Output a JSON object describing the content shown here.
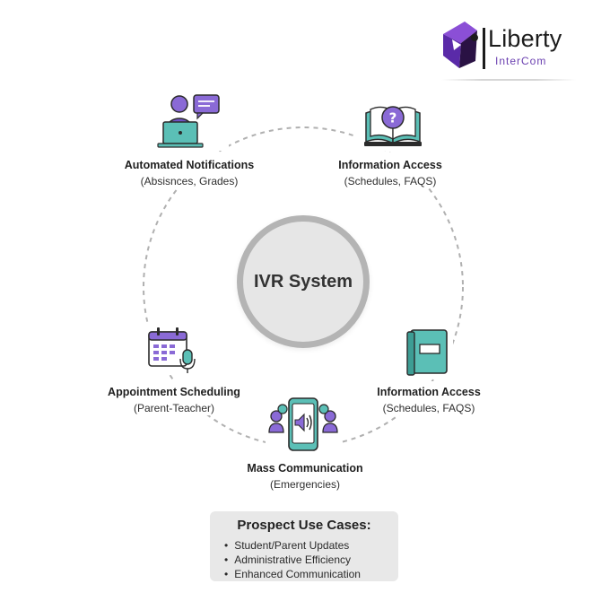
{
  "logo": {
    "word": "Liberty",
    "sub": "InterCom",
    "accent": "#6b3fb3"
  },
  "center": {
    "label": "IVR System"
  },
  "nodes": [
    {
      "title": "Automated Notifications",
      "sub": "(Absisnces, Grades)",
      "icon": "person-laptop-chat-icon"
    },
    {
      "title": "Information Access",
      "sub": "(Schedules, FAQS)",
      "icon": "open-book-question-icon"
    },
    {
      "title": "Information Access",
      "sub": "(Schedules, FAQS)",
      "icon": "closed-book-icon"
    },
    {
      "title": "Mass Communication",
      "sub": "(Emergencies)",
      "icon": "phone-speaker-people-icon"
    },
    {
      "title": "Appointment Scheduling",
      "sub": "(Parent-Teacher)",
      "icon": "calendar-microphone-icon"
    }
  ],
  "prospect": {
    "title": "Prospect Use Cases:",
    "items": [
      "Student/Parent Updates",
      "Administrative Efficiency",
      "Enhanced Communication"
    ]
  },
  "colors": {
    "purple": "#8a6ad6",
    "teal": "#5bbfb6",
    "dark": "#2b2b2b",
    "ring": "#b4b4b4",
    "box": "#e8e8e8"
  }
}
